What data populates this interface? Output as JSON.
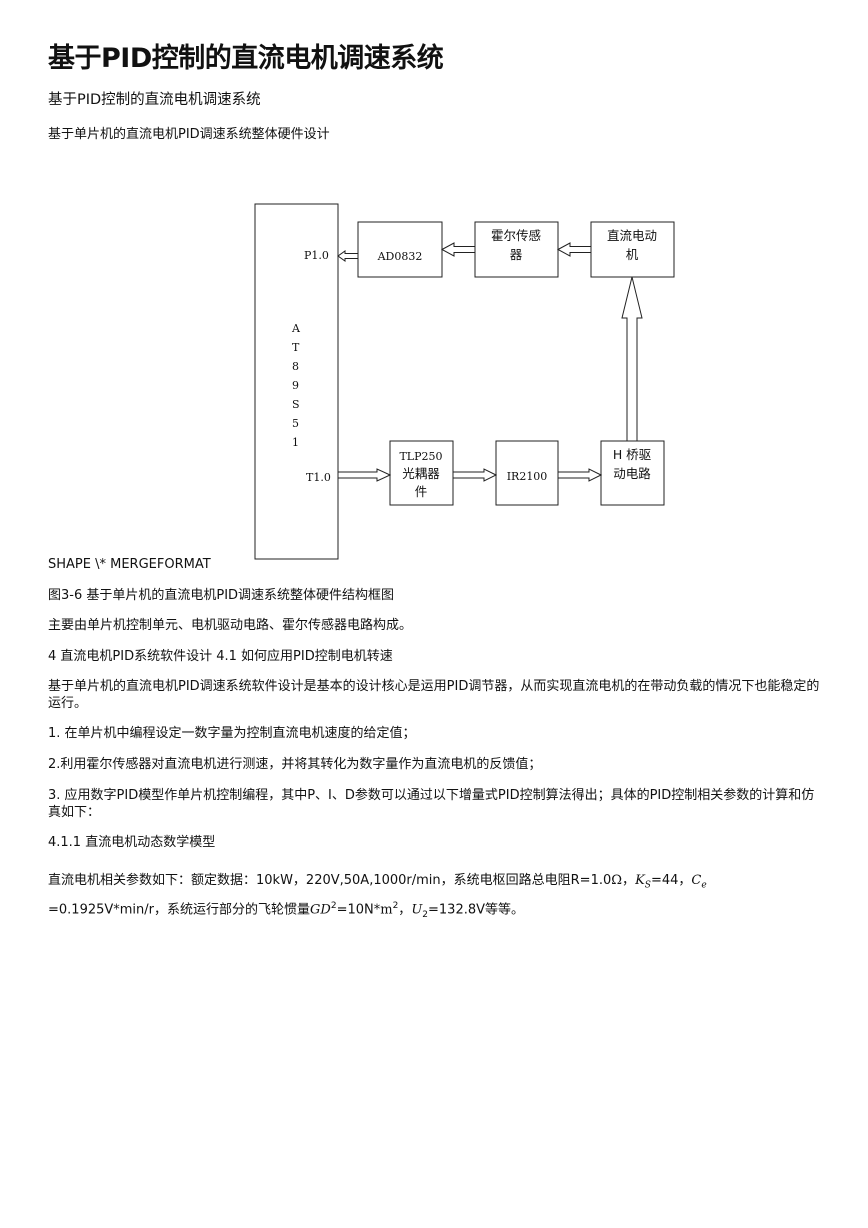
{
  "title": "基于PID控制的直流电机调速系统",
  "subtitle": "基于PID控制的直流电机调速系统",
  "section_heading": "基于单片机的直流电机PID调速系统整体硬件设计",
  "diagram": {
    "mcu_label_chars": [
      "A",
      "T",
      "8",
      "9",
      "S",
      "5",
      "1"
    ],
    "pin_p10": "P1.0",
    "pin_t10": "T1.0",
    "adc": "AD0832",
    "hall_line1": "霍尔传感",
    "hall_line2": "器",
    "motor_line1": "直流电动",
    "motor_line2": "机",
    "opto_line1": "TLP250",
    "opto_line2": "光耦器",
    "opto_line3": "件",
    "driver": "IR2100",
    "hbridge_line1": "H  桥驱",
    "hbridge_line2": "动电路"
  },
  "shape_field": "SHAPE \\* MERGEFORMAT",
  "caption": "图3-6 基于单片机的直流电机PID调速系统整体硬件结构框图",
  "para1": "主要由单片机控制单元、电机驱动电路、霍尔传感器电路构成。",
  "para2": "4 直流电机PID系统软件设计 4.1 如何应用PID控制电机转速",
  "para3": "基于单片机的直流电机PID调速系统软件设计是基本的设计核心是运用PID调节器，从而实现直流电机的在带动负载的情况下也能稳定的运行。",
  "list1": "1. 在单片机中编程设定一数字量为控制直流电机速度的给定值；",
  "list2": "2.利用霍尔传感器对直流电机进行测速，并将其转化为数字量作为直流电机的反馈值；",
  "list3": "3. 应用数字PID模型作单片机控制编程，其中P、I、D参数可以通过以下增量式PID控制算法得出；具体的PID控制相关参数的计算和仿真如下：",
  "sub_heading": "4.1.1 直流电机动态数学模型",
  "params": {
    "line1_text": "直流电机相关参数如下：额定数据：10kW，220V,50A,1000r/min，系统电枢回路总电阻R=1.0",
    "omega": "Ω",
    "sep1": "，",
    "ks_symbol": "K",
    "ks_sub": "S",
    "ks_value": "=44，",
    "ce_symbol": "C",
    "ce_sub": "e",
    "line2_prefix": "=0.1925V*min/r，系统运行部分的飞轮惯量",
    "gd_symbol": "GD",
    "gd_sup": "2",
    "gd_value": "=10N*",
    "m_symbol": "m",
    "m_sup": "2",
    "sep2": "，",
    "u2_symbol": "U",
    "u2_sub": "2",
    "line2_suffix": "=132.8V等等。"
  }
}
